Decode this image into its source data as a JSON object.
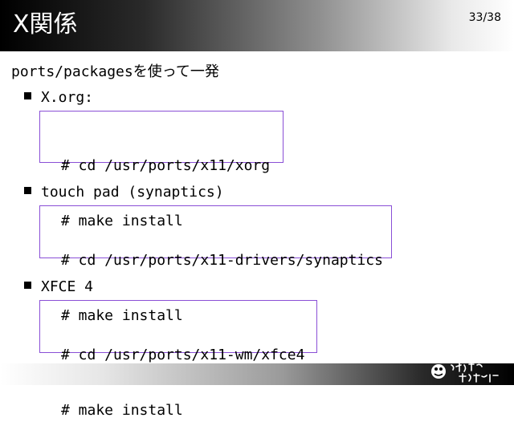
{
  "header": {
    "title": "X関係",
    "page": "33/38"
  },
  "intro": "ports/packagesを使って一発",
  "sections": [
    {
      "label": "X.org:",
      "lines": [
        "# cd /usr/ports/x11/xorg",
        "# make install"
      ]
    },
    {
      "label": "touch pad (synaptics)",
      "lines": [
        "# cd /usr/ports/x11-drivers/synaptics",
        "# make install"
      ]
    },
    {
      "label": "XFCE 4",
      "lines": [
        "# cd /usr/ports/x11-wm/xfce4",
        "# make install"
      ]
    }
  ],
  "colors": {
    "box_border": "#8a4fd6"
  }
}
